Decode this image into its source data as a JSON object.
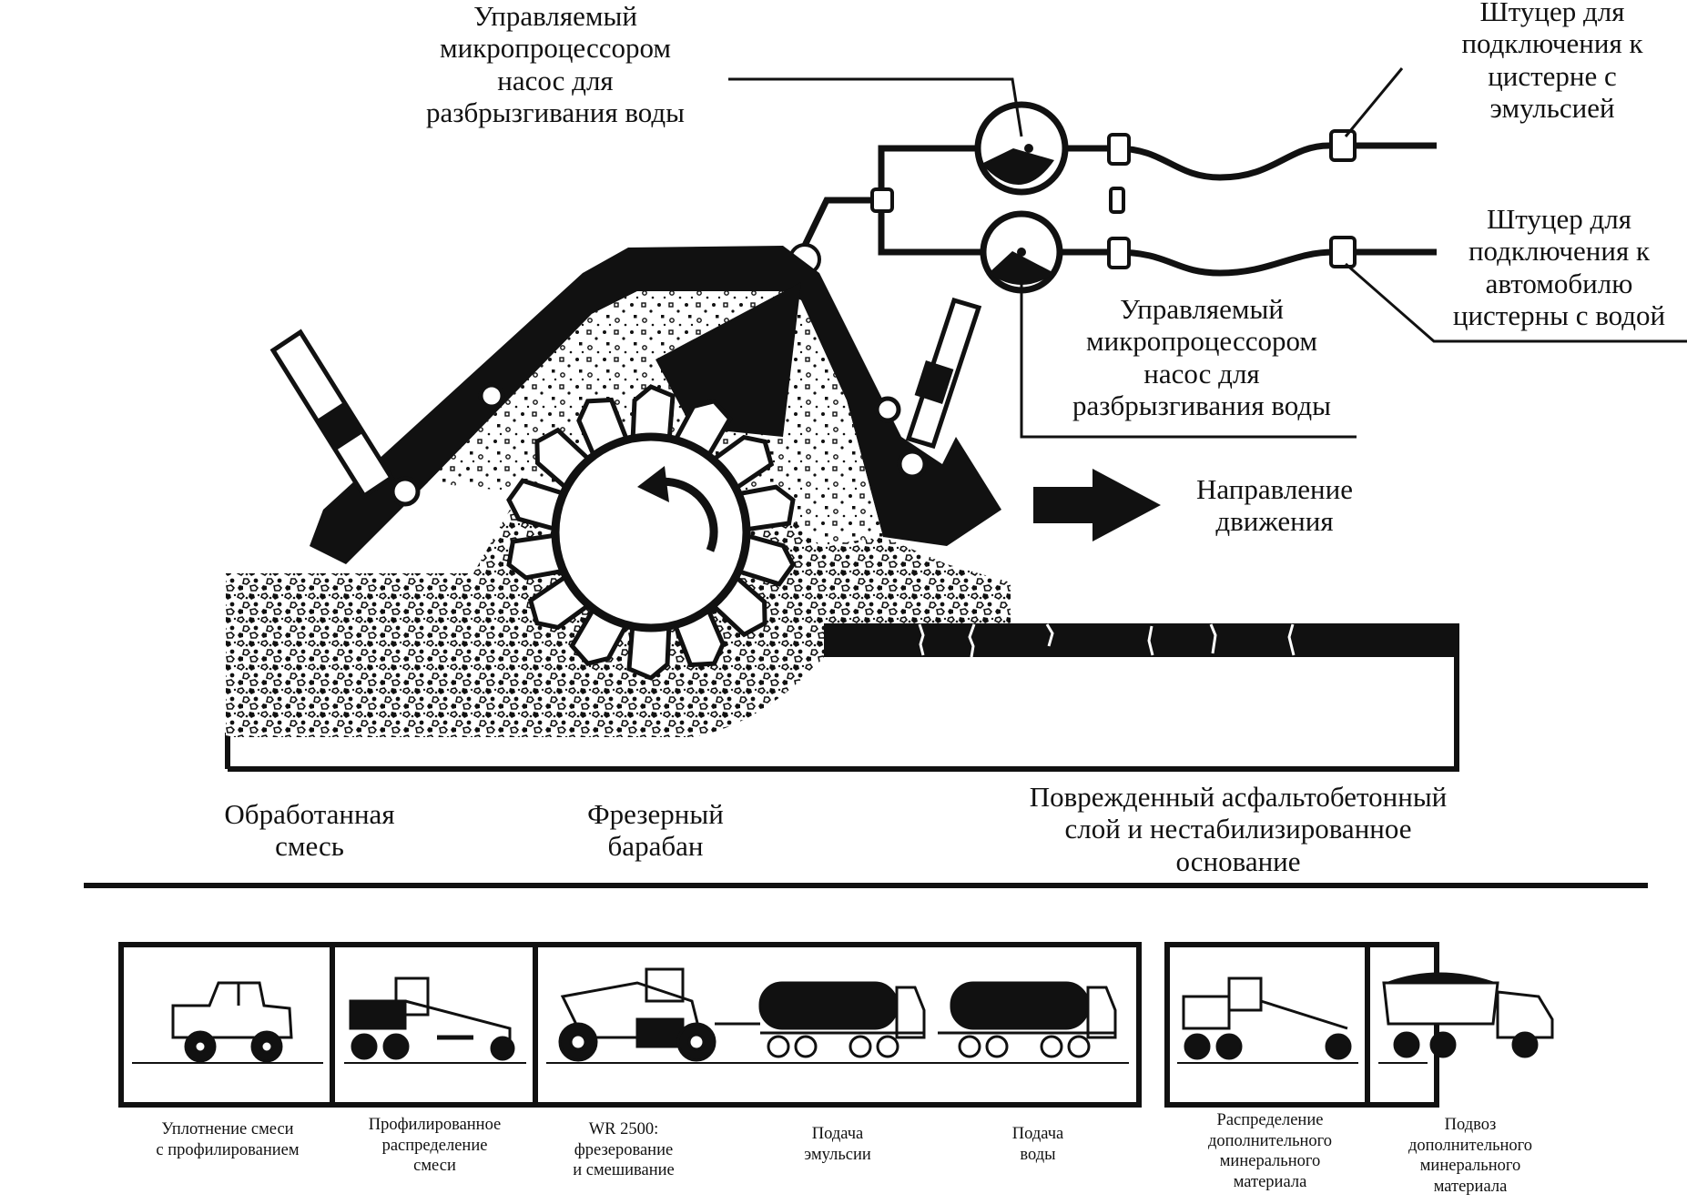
{
  "labels": {
    "pump_top": [
      "Управляемый",
      "микропроцессором",
      "насос для",
      "разбрызгивания воды"
    ],
    "pump_bottom": [
      "Управляемый",
      "микропроцессором",
      "насос для",
      "разбрызгивания воды"
    ],
    "fitting_emulsion": [
      "Штуцер для",
      "подключения к",
      "цистерне с",
      "эмульсией"
    ],
    "fitting_water": [
      "Штуцер для",
      "подключения к",
      "автомобилю",
      "цистерны с водой"
    ],
    "direction": [
      "Направление",
      "движения"
    ],
    "processed_mix": [
      "Обработанная",
      "смесь"
    ],
    "milling_drum": [
      "Фрезерный",
      "барабан"
    ],
    "damaged_layer": [
      "Поврежденный асфальтобетонный",
      "слой и нестабилизированное",
      "основание"
    ]
  },
  "train": [
    {
      "id": "roller",
      "caption": [
        "Уплотнение смеси",
        "с профилированием"
      ]
    },
    {
      "id": "grader",
      "caption": [
        "Профилированное",
        "распределение",
        "смеси"
      ]
    },
    {
      "id": "recycler",
      "caption": [
        "WR 2500:",
        "фрезерование",
        "и смешивание"
      ]
    },
    {
      "id": "emulsion",
      "caption": [
        "Подача",
        "эмульсии"
      ]
    },
    {
      "id": "water",
      "caption": [
        "Подача",
        "воды"
      ]
    },
    {
      "id": "spreader",
      "caption": [
        "Распределение",
        "дополнительного",
        "минерального",
        "материала"
      ]
    },
    {
      "id": "dumptruck",
      "caption": [
        "Подвоз",
        "дополнительного",
        "минерального",
        "материала"
      ]
    }
  ]
}
